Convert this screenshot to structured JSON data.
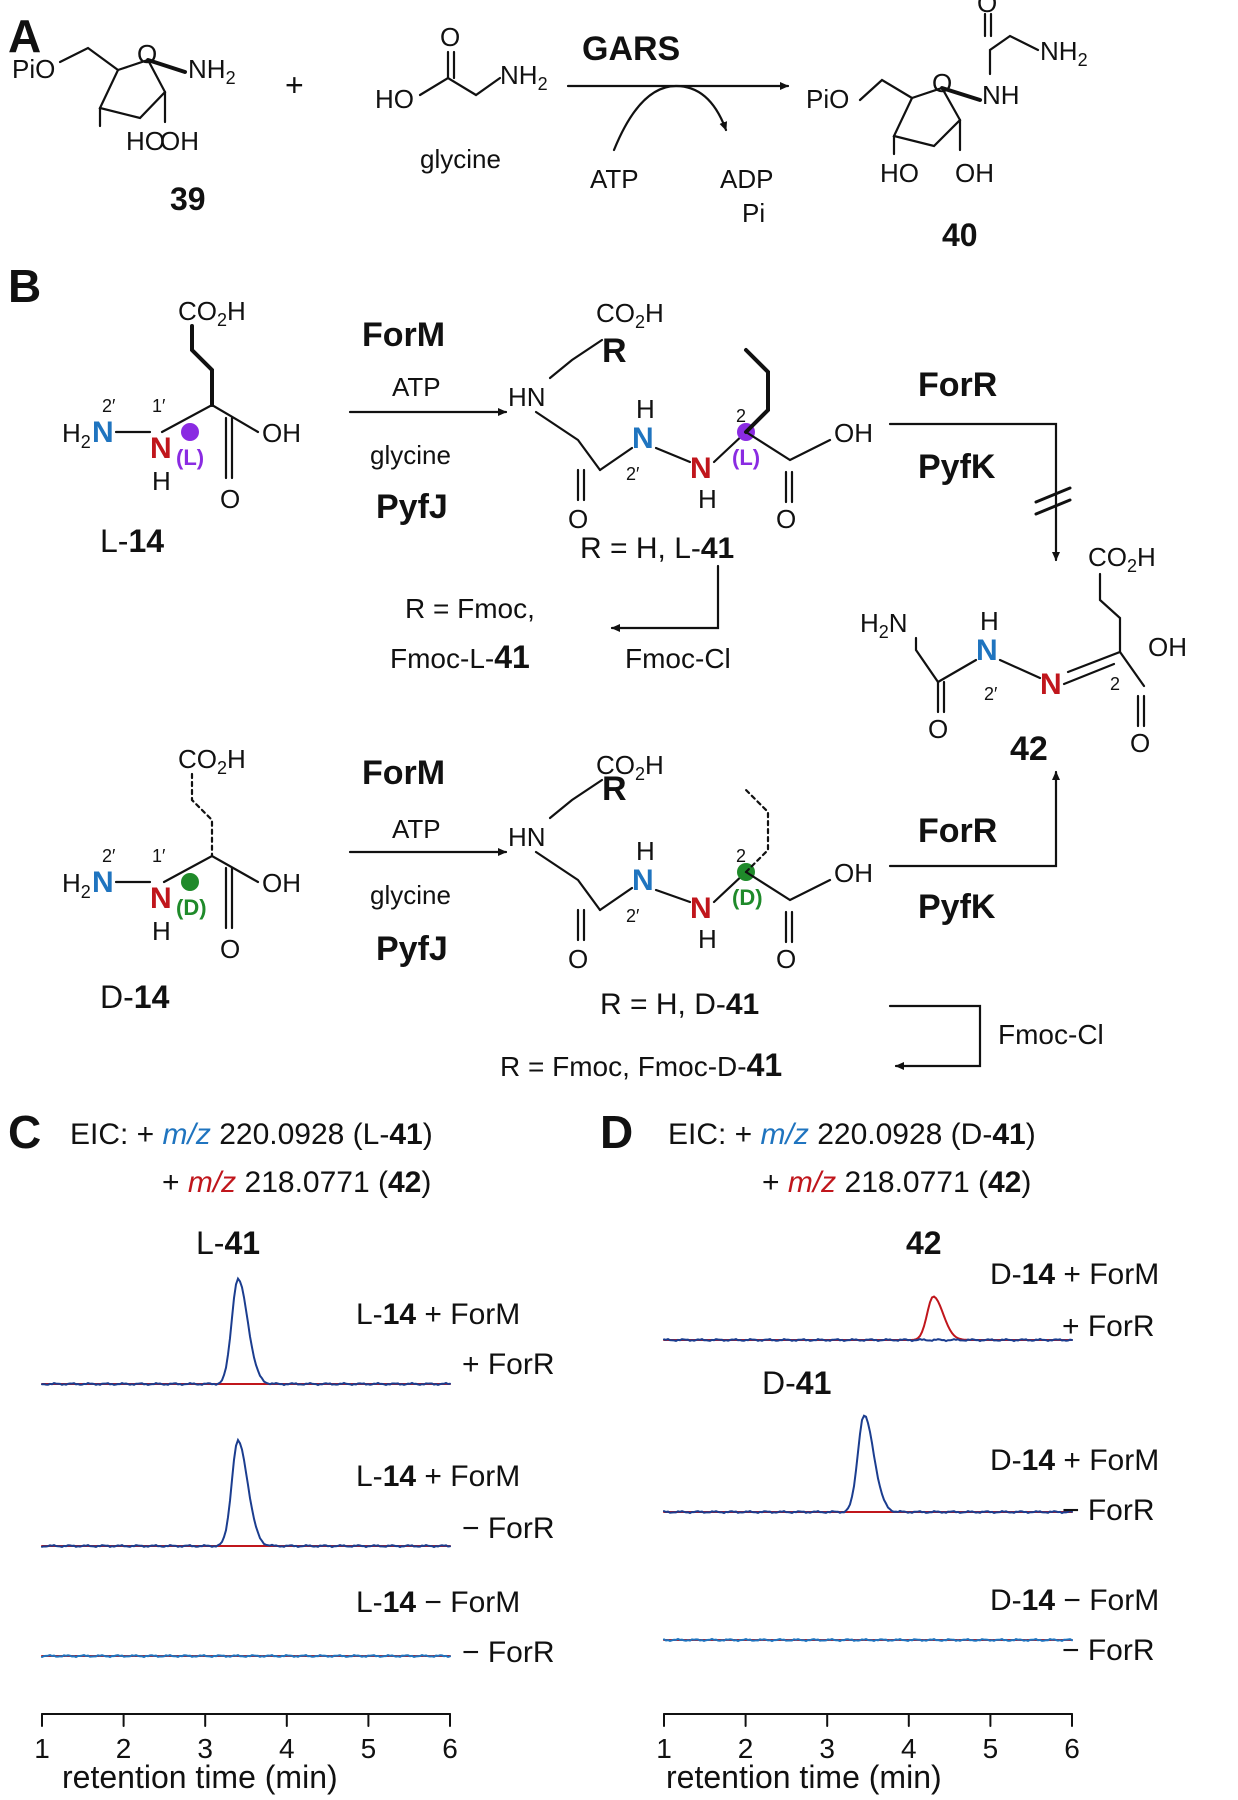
{
  "colors": {
    "blue": "#1f74bf",
    "red": "#c0161c",
    "purple": "#8a2be2",
    "green": "#1f8a2a",
    "ink": "#111111",
    "trace_dark": "#1b3d8f"
  },
  "panelA": {
    "label": "A",
    "cmpd39": {
      "pio": "PiO",
      "nh2_n": "NH",
      "nh2_sub": "2",
      "ho": "HO",
      "oh": "OH",
      "num": "39"
    },
    "plus": "+",
    "glycine": {
      "o": "O",
      "ho": "HO",
      "nh2_n": "NH",
      "nh2_sub": "2",
      "name": "glycine"
    },
    "enzyme": "GARS",
    "atp": "ATP",
    "adp": "ADP",
    "pi": "Pi",
    "cmpd40": {
      "o": "O",
      "nh2_n": "NH",
      "nh2_sub": "2",
      "nh": "NH",
      "pio": "PiO",
      "ho": "HO",
      "oh": "OH",
      "num": "40"
    }
  },
  "panelB": {
    "label": "B",
    "co2h": "CO",
    "co2h_sub": "2",
    "co2h_h": "H",
    "h2n": "H",
    "h2n_sub": "2",
    "n": "N",
    "h": "H",
    "oh": "OH",
    "o": "O",
    "hn": "HN",
    "r": "R",
    "pos_2p": "2′",
    "pos_1p": "1′",
    "pos_2": "2",
    "stereo_L": "(L)",
    "stereo_D": "(D)",
    "L14_prefix": "L-",
    "D14_prefix": "D-",
    "num14": "14",
    "forM": "ForM",
    "atp": "ATP",
    "glycine": "glycine",
    "pyfJ": "PyfJ",
    "forR": "ForR",
    "pyfK": "PyfK",
    "L41_lbl_pre": "R = H, L-",
    "D41_lbl_pre": "R = H, D-",
    "num41": "41",
    "fmoc_L_line1": "R = Fmoc,",
    "fmoc_L_line2_pre": "Fmoc-L-",
    "fmoc_D_pre": "R = Fmoc, Fmoc-D-",
    "fmoc_cl": "Fmoc-Cl",
    "h2n42": "H",
    "h2n42_sub": "2",
    "h2n42_n": "N",
    "num42": "42"
  },
  "panelC": {
    "label": "C",
    "eic": "EIC: + ",
    "mz": "m/z",
    "mz1": " 220.0928 (",
    "mz1_cmp_pre": "L-",
    "mz1_cmp_num": "41",
    "close": ")",
    "plus": "+ ",
    "mz2": " 218.0771 (",
    "mz2_cmp_num": "42",
    "peak_label_pre": "L-",
    "peak_label_num": "41",
    "traces": [
      {
        "line1_pre": "L-",
        "line1_num": "14",
        "line1_rest": " + ForM",
        "line2": "+ ForR"
      },
      {
        "line1_pre": "L-",
        "line1_num": "14",
        "line1_rest": " + ForM",
        "line2": "− ForR"
      },
      {
        "line1_pre": "L-",
        "line1_num": "14",
        "line1_rest": " − ForM",
        "line2": "− ForR"
      }
    ],
    "xlabel": "retention time (min)",
    "ticks": [
      "1",
      "2",
      "3",
      "4",
      "5",
      "6"
    ]
  },
  "panelD": {
    "label": "D",
    "eic": "EIC: + ",
    "mz": "m/z",
    "mz1": " 220.0928 (",
    "mz1_cmp_pre": "D-",
    "mz1_cmp_num": "41",
    "close": ")",
    "plus": "+ ",
    "mz2": " 218.0771 (",
    "mz2_cmp_num": "42",
    "peak42": "42",
    "peak41_pre": "D-",
    "peak41_num": "41",
    "traces": [
      {
        "line1_pre": "D-",
        "line1_num": "14",
        "line1_rest": " + ForM",
        "line2": "+ ForR"
      },
      {
        "line1_pre": "D-",
        "line1_num": "14",
        "line1_rest": " + ForM",
        "line2": "− ForR"
      },
      {
        "line1_pre": "D-",
        "line1_num": "14",
        "line1_rest": " − ForM",
        "line2": "− ForR"
      }
    ],
    "xlabel": "retention time (min)",
    "ticks": [
      "1",
      "2",
      "3",
      "4",
      "5",
      "6"
    ]
  },
  "chart_data": [
    {
      "type": "line",
      "panel": "C",
      "xlabel": "retention time (min)",
      "xlim": [
        1,
        6
      ],
      "traces": [
        {
          "name": "L-14 + ForM + ForR",
          "peaks": [
            {
              "series": "m/z 220.0928",
              "x": 3.4,
              "relative_height": 1.0
            }
          ]
        },
        {
          "name": "L-14 + ForM − ForR",
          "peaks": [
            {
              "series": "m/z 220.0928",
              "x": 3.4,
              "relative_height": 1.0
            }
          ]
        },
        {
          "name": "L-14 − ForM − ForR",
          "peaks": []
        }
      ]
    },
    {
      "type": "line",
      "panel": "D",
      "xlabel": "retention time (min)",
      "xlim": [
        1,
        6
      ],
      "traces": [
        {
          "name": "D-14 + ForM + ForR",
          "peaks": [
            {
              "series": "m/z 218.0771",
              "x": 4.3,
              "relative_height": 0.45
            }
          ]
        },
        {
          "name": "D-14 + ForM − ForR",
          "peaks": [
            {
              "series": "m/z 220.0928",
              "x": 3.45,
              "relative_height": 1.0
            }
          ]
        },
        {
          "name": "D-14 − ForM − ForR",
          "peaks": []
        }
      ]
    }
  ]
}
